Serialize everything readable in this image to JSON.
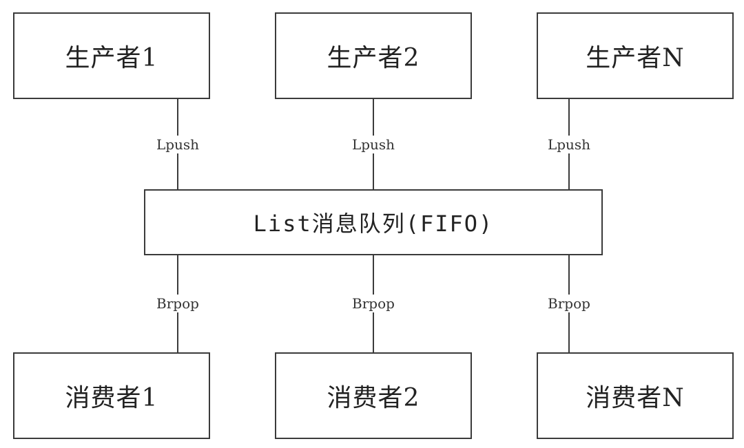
{
  "producers": [
    {
      "label": "生产者1"
    },
    {
      "label": "生产者2"
    },
    {
      "label": "生产者N"
    }
  ],
  "queue": {
    "label": "List消息队列(FIFO)"
  },
  "consumers": [
    {
      "label": "消费者1"
    },
    {
      "label": "消费者2"
    },
    {
      "label": "消费者N"
    }
  ],
  "edges": {
    "push_label": "Lpush",
    "pop_label": "Brpop"
  }
}
